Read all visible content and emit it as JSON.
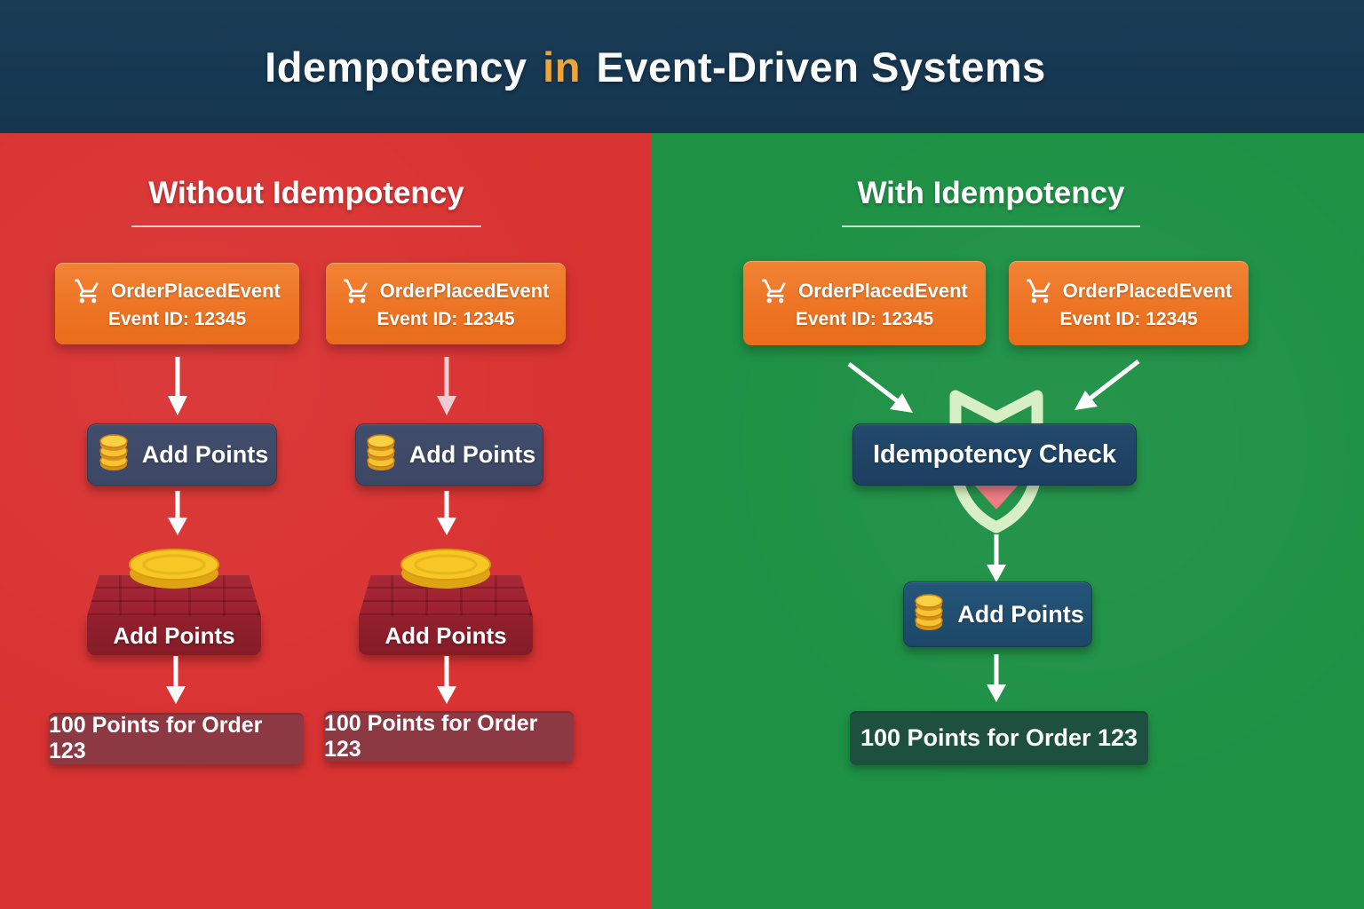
{
  "header": {
    "title_prefix": "Idempotency",
    "title_highlight": "in",
    "title_suffix": "Event-Driven Systems"
  },
  "left": {
    "heading": "Without Idempotency",
    "events": [
      {
        "title": "OrderPlacedEvent",
        "subtitle": "Event ID: 12345"
      },
      {
        "title": "OrderPlacedEvent",
        "subtitle": "Event ID: 12345"
      }
    ],
    "handlers": [
      {
        "label": "Add Points"
      },
      {
        "label": "Add Points"
      }
    ],
    "wallets": [
      {
        "label": "Add Points"
      },
      {
        "label": "Add Points"
      }
    ],
    "results": [
      {
        "label": "100 Points for Order 123"
      },
      {
        "label": "100 Points for Order 123"
      }
    ]
  },
  "right": {
    "heading": "With Idempotency",
    "events": [
      {
        "title": "OrderPlacedEvent",
        "subtitle": "Event ID: 12345"
      },
      {
        "title": "OrderPlacedEvent",
        "subtitle": "Event ID: 12345"
      }
    ],
    "check": {
      "label": "Idempotency Check"
    },
    "handler": {
      "label": "Add Points"
    },
    "result": {
      "label": "100 Points for Order 123"
    }
  },
  "colors": {
    "header_bg": "#17374F",
    "title_highlight": "#ECA43D",
    "panel_red": "#D93332",
    "panel_green": "#1E9145",
    "event_orange": "#ED7424",
    "handler_navy": "#3B4763",
    "check_navy": "#1D3E5F",
    "handler_teal_navy": "#1D4767",
    "brick_maroon": "#9A2130",
    "badge_maroon": "#8D3944",
    "badge_green": "#1E5040",
    "coin_gold": "#F7C825",
    "shield_light_green": "#D8EFC5",
    "warning_pink": "#EE7C84"
  }
}
